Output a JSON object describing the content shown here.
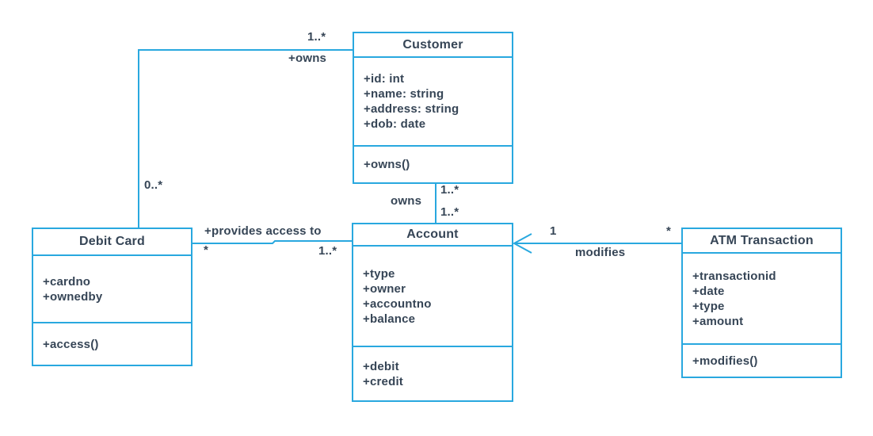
{
  "diagram": {
    "type": "uml-class-diagram",
    "colors": {
      "line": "#29a8df",
      "text": "#364556",
      "background": "#ffffff"
    },
    "classes": [
      {
        "name": "Customer",
        "attributes": [
          "+id: int",
          "+name: string",
          "+address: string",
          "+dob: date"
        ],
        "methods": [
          "+owns()"
        ]
      },
      {
        "name": "Debit Card",
        "attributes": [
          "+cardno",
          "+ownedby"
        ],
        "methods": [
          "+access()"
        ]
      },
      {
        "name": "Account",
        "attributes": [
          "+type",
          "+owner",
          "+accountno",
          "+balance"
        ],
        "methods": [
          "+debit",
          "+credit"
        ]
      },
      {
        "name": "ATM Transaction",
        "attributes": [
          "+transactionid",
          "+date",
          "+type",
          "+amount"
        ],
        "methods": [
          "+modifies()"
        ]
      }
    ],
    "associations": [
      {
        "label": "+owns",
        "from": "Customer",
        "to": "Debit Card",
        "multiplicity_customer": "1..*",
        "multiplicity_debitcard": "0..*"
      },
      {
        "label": "owns",
        "from": "Customer",
        "to": "Account",
        "multiplicity_customer": "1..*",
        "multiplicity_account": "1..*"
      },
      {
        "label": "+provides access to",
        "from": "Debit Card",
        "to": "Account",
        "multiplicity_debitcard": "*",
        "multiplicity_account": "1..*"
      },
      {
        "label": "modifies",
        "from": "ATM Transaction",
        "to": "Account",
        "multiplicity_account": "1",
        "multiplicity_atm": "*",
        "arrow": "open-arrowhead-pointing-at-account"
      }
    ]
  }
}
